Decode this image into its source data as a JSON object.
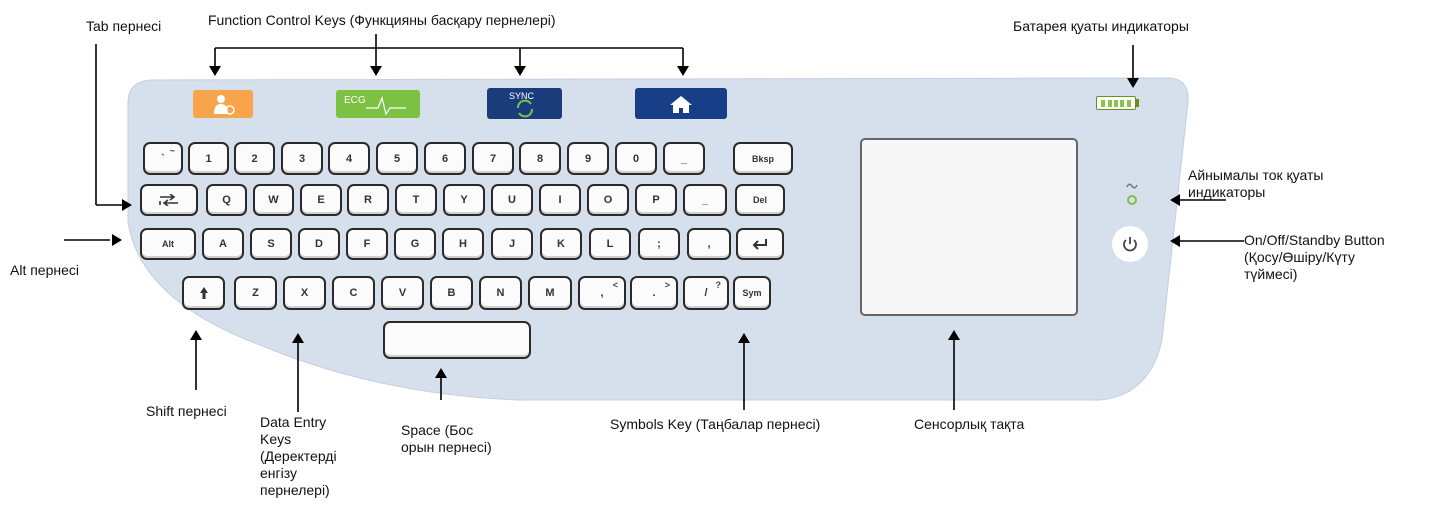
{
  "colors": {
    "panel": "#d6dfec",
    "patient_key": "#f7a44a",
    "ecg_key": "#7cc142",
    "sync_key": "#1b3c7a",
    "home_key": "#173e86",
    "battery": "#8bc34a",
    "led": "#7cc142"
  },
  "labels": {
    "tab": "Tab пернесі",
    "function_keys": "Function Control Keys (Функцияны басқару пернелері)",
    "battery": "Батарея қуаты индикаторы",
    "ac_power": [
      "Айнымалы ток қуаты",
      "индикаторы"
    ],
    "power_button": [
      "On/Off/Standby Button",
      "(Қосу/Өшіру/Күту",
      "түймесі)"
    ],
    "alt": "Alt пернесі",
    "shift": "Shift пернесі",
    "data_entry": [
      "Data Entry",
      "Keys",
      "(Деректерді",
      "енгізу",
      "пернелері)"
    ],
    "space": [
      "Space (Бос",
      "орын пернесі)"
    ],
    "symbols": "Symbols Key (Таңбалар пернесі)",
    "touchpad": "Сенсорлық тақта"
  },
  "function_keys": {
    "ecg": "ECG",
    "sync": "SYNC"
  },
  "keys": {
    "row1": [
      "`",
      "1",
      "2",
      "3",
      "4",
      "5",
      "6",
      "7",
      "8",
      "9",
      "0",
      "_",
      "Bksp"
    ],
    "row1_sub": [
      "~",
      "",
      "",
      "",
      "",
      "",
      "",
      "",
      "",
      "",
      "",
      "",
      ""
    ],
    "row2": [
      "Tab",
      "Q",
      "W",
      "E",
      "R",
      "T",
      "Y",
      "U",
      "I",
      "O",
      "P",
      "_",
      "Del"
    ],
    "row3": [
      "Alt",
      "A",
      "S",
      "D",
      "F",
      "G",
      "H",
      "J",
      "K",
      "L",
      ";",
      ",",
      "Enter"
    ],
    "row4": [
      "Shift",
      "Z",
      "X",
      "C",
      "V",
      "B",
      "N",
      "M",
      ",",
      ".",
      "/",
      "Sym"
    ],
    "row4_sub": [
      "",
      "",
      "",
      "",
      "",
      "",
      "",
      "",
      "<",
      ">",
      "?",
      ""
    ],
    "space": ""
  },
  "icons": {
    "tab": "tab-arrows-icon",
    "enter": "enter-arrow-icon",
    "shift": "shift-arrow-icon",
    "patient": "patient-icon",
    "ecg": "ecg-wave-icon",
    "sync": "sync-icon",
    "home": "home-icon",
    "battery": "battery-icon",
    "ac": "ac-indicator-icon",
    "power": "power-icon"
  }
}
